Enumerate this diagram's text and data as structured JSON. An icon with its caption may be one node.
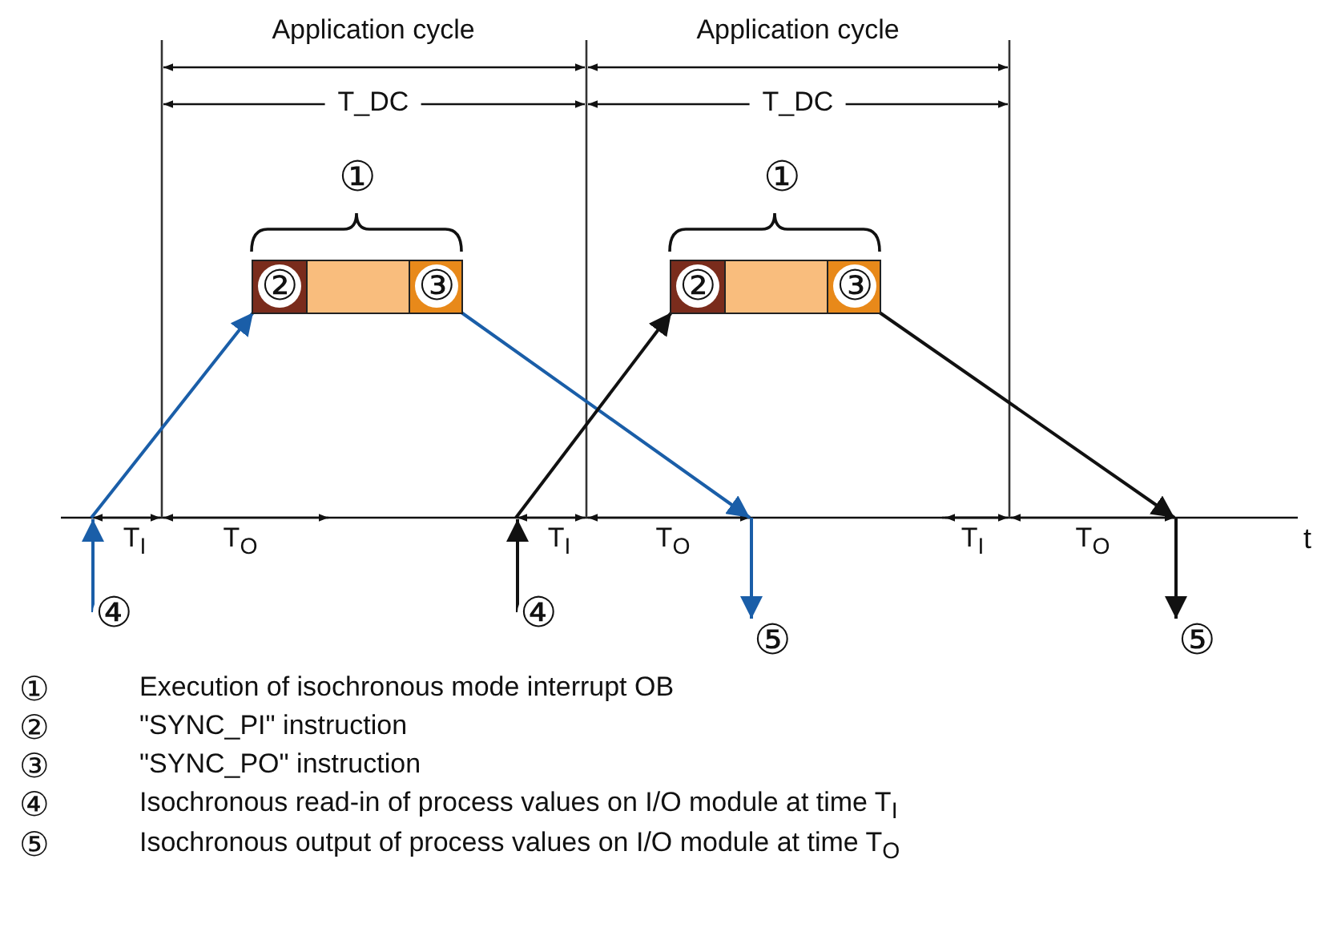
{
  "diagram": {
    "nodes": [
      {
        "text": [],
        "shape": "bar"
      },
      {
        "text": [
          "②"
        ],
        "in": 0
      },
      {
        "text": [
          "③"
        ],
        "in": 0
      },
      {
        "text": [],
        "shape": "bar"
      },
      {
        "text": [
          "②"
        ],
        "in": 3
      },
      {
        "text": [
          "③"
        ],
        "in": 3
      },
      {
        "text": [
          "④"
        ]
      },
      {
        "text": [
          "⑤"
        ]
      },
      {
        "text": [
          "④"
        ]
      },
      {
        "text": [
          "⑤"
        ]
      }
    ],
    "edges": [
      {
        "from": null,
        "to": 1,
        "arrow": "to",
        "color": "#1a5ea8"
      },
      {
        "from": 2,
        "to": null,
        "arrow": "to",
        "color": "#1a5ea8"
      },
      {
        "from": 6,
        "to": null,
        "arrow": "to",
        "color": "#1a5ea8"
      },
      {
        "from": null,
        "to": 7,
        "arrow": "to",
        "color": "#1a5ea8"
      },
      {
        "from": null,
        "to": 4,
        "arrow": "to",
        "color": "#111111"
      },
      {
        "from": 5,
        "to": null,
        "arrow": "to",
        "color": "#111111"
      },
      {
        "from": 8,
        "to": null,
        "arrow": "to",
        "color": "#111111"
      },
      {
        "from": null,
        "to": 9,
        "arrow": "to",
        "color": "#111111"
      }
    ],
    "labels": [
      "Application cycle",
      "Application cycle",
      "T_DC",
      "T_DC",
      "①",
      "①",
      "T$_{I}$",
      "T$_{O}$",
      "T$_{I}$",
      "T$_{O}$",
      "T$_{I}$",
      "T$_{O}$",
      "t",
      "①",
      "Execution of isochronous mode interrupt OB",
      "②",
      "\"SYNC_PI\" instruction",
      "③",
      "\"SYNC_PO\" instruction",
      "④",
      "Isochronous read-in of process values on I/O module at time T$_{I}$",
      "⑤",
      "Isochronous output of process values on I/O module at time T$_{O}$"
    ]
  }
}
